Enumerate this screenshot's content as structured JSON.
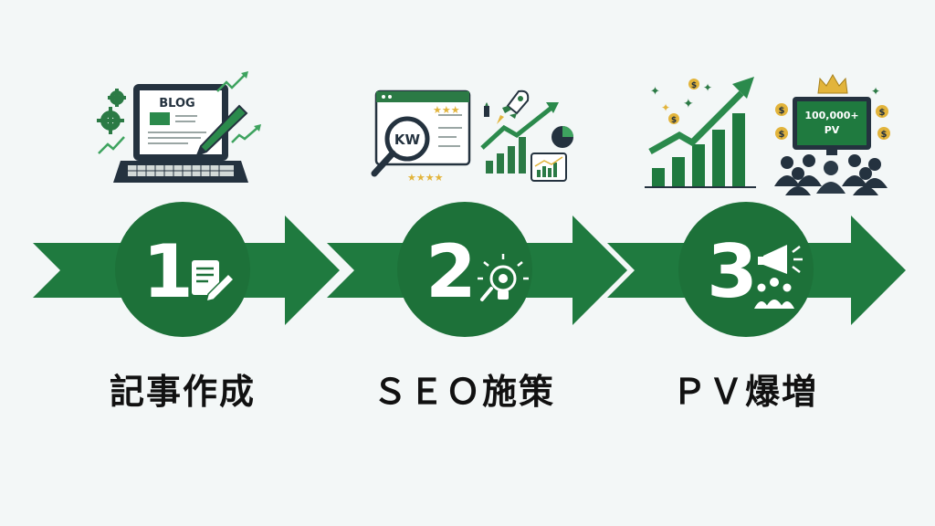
{
  "colors": {
    "primary_green": "#1f7a3f",
    "dark_green": "#14602f",
    "light_green": "#2e9a55",
    "gold": "#e2b43b",
    "navy": "#24323f",
    "background": "#f3f7f7"
  },
  "steps": [
    {
      "number": "1",
      "label": "記事作成",
      "illustration_text": "BLOG",
      "icons": [
        "gear-icon",
        "laptop-icon",
        "pen-icon",
        "trend-arrow-icon",
        "document-edit-icon"
      ]
    },
    {
      "number": "2",
      "label": "ＳＥＯ施策",
      "illustration_text": "KW",
      "icons": [
        "browser-icon",
        "magnifier-icon",
        "star-icon",
        "rocket-icon",
        "bar-chart-icon",
        "pie-chart-icon",
        "lightbulb-search-icon"
      ]
    },
    {
      "number": "3",
      "label": "ＰＶ爆増",
      "illustration_text": "100,000+\nPV",
      "icons": [
        "growth-chart-icon",
        "coin-icon",
        "crown-icon",
        "monitor-icon",
        "audience-icon",
        "megaphone-icon"
      ]
    }
  ]
}
